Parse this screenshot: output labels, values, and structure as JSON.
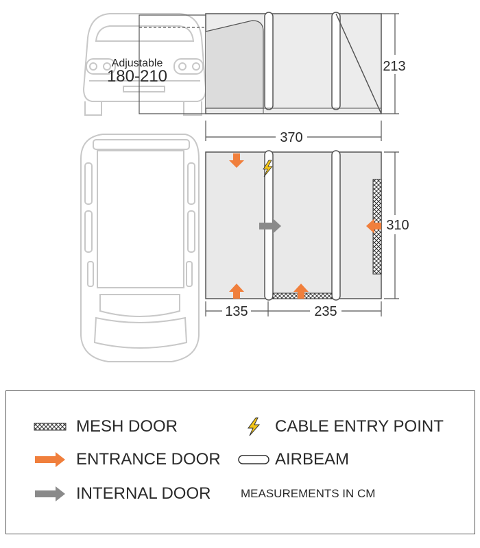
{
  "diagram": {
    "adjustable_label": "Adjustable",
    "adjustable_range": "180-210",
    "height_label": "213",
    "width_label": "370",
    "depth_label": "310",
    "section1_label": "135",
    "section2_label": "235"
  },
  "legend": {
    "items": [
      {
        "id": "mesh",
        "label": "MESH DOOR",
        "icon": "mesh-door-icon"
      },
      {
        "id": "cable",
        "label": "CABLE ENTRY POINT",
        "icon": "lightning-icon"
      },
      {
        "id": "entrance",
        "label": "ENTRANCE DOOR",
        "icon": "orange-arrow-icon"
      },
      {
        "id": "airbeam",
        "label": "AIRBEAM",
        "icon": "airbeam-icon"
      },
      {
        "id": "internal",
        "label": "INTERNAL DOOR",
        "icon": "grey-arrow-icon"
      },
      {
        "id": "units",
        "label": "MEASUREMENTS IN CM"
      }
    ]
  },
  "colors": {
    "entrance_arrow": "#f07f3c",
    "internal_arrow": "#8a8a8a",
    "cable_bolt": "#f2c418",
    "outline": "#555555",
    "vehicle_outline": "#c8c8c8",
    "awning_fill": "#e9e9e9"
  }
}
